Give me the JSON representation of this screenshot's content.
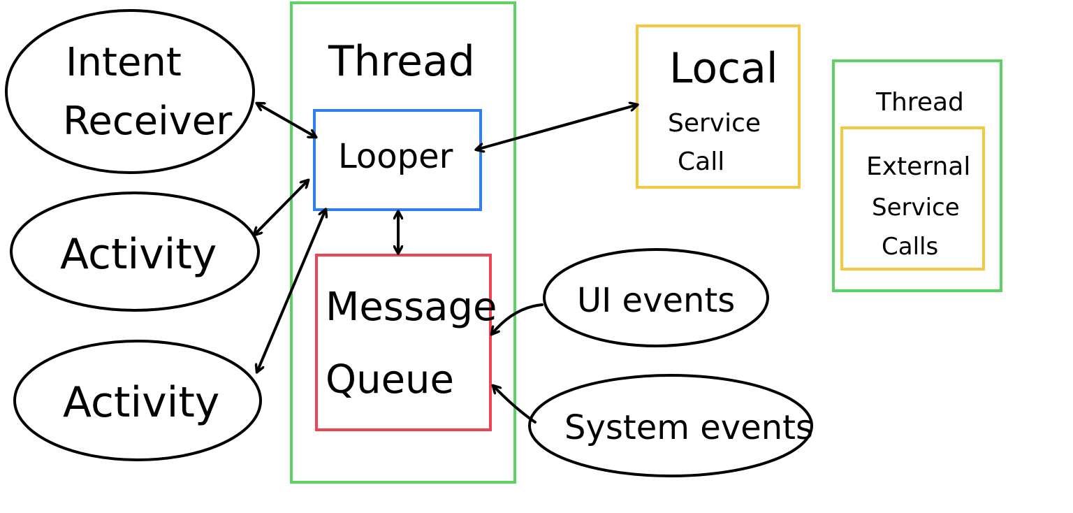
{
  "colors": {
    "thread": "#5ad363",
    "looper": "#2f80ed",
    "queue": "#f04452",
    "service": "#f5c842",
    "ink": "#000000"
  },
  "nodes": {
    "intent_receiver": {
      "line1": "Intent",
      "line2": "Receiver"
    },
    "activity_1": {
      "label": "Activity"
    },
    "activity_2": {
      "label": "Activity"
    },
    "main_thread": {
      "label": "Thread"
    },
    "looper": {
      "label": "Looper"
    },
    "message_queue": {
      "line1": "Message",
      "line2": "Queue"
    },
    "local_service": {
      "line1": "Local",
      "line2": "Service",
      "line3": "Call"
    },
    "external_thread": {
      "label": "Thread"
    },
    "external_service": {
      "line1": "External",
      "line2": "Service",
      "line3": "Calls"
    },
    "ui_events": {
      "label": "UI events"
    },
    "system_events": {
      "label": "System events"
    }
  }
}
